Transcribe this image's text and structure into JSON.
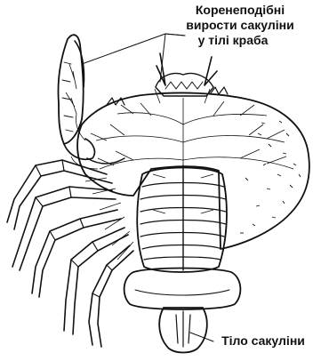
{
  "figure": {
    "labels": {
      "rootlike_outgrowths": [
        "Коренеподібні",
        "вирости сакуліни",
        "у тілі краба"
      ],
      "sacculina_body": "Тіло сакуліни"
    }
  }
}
